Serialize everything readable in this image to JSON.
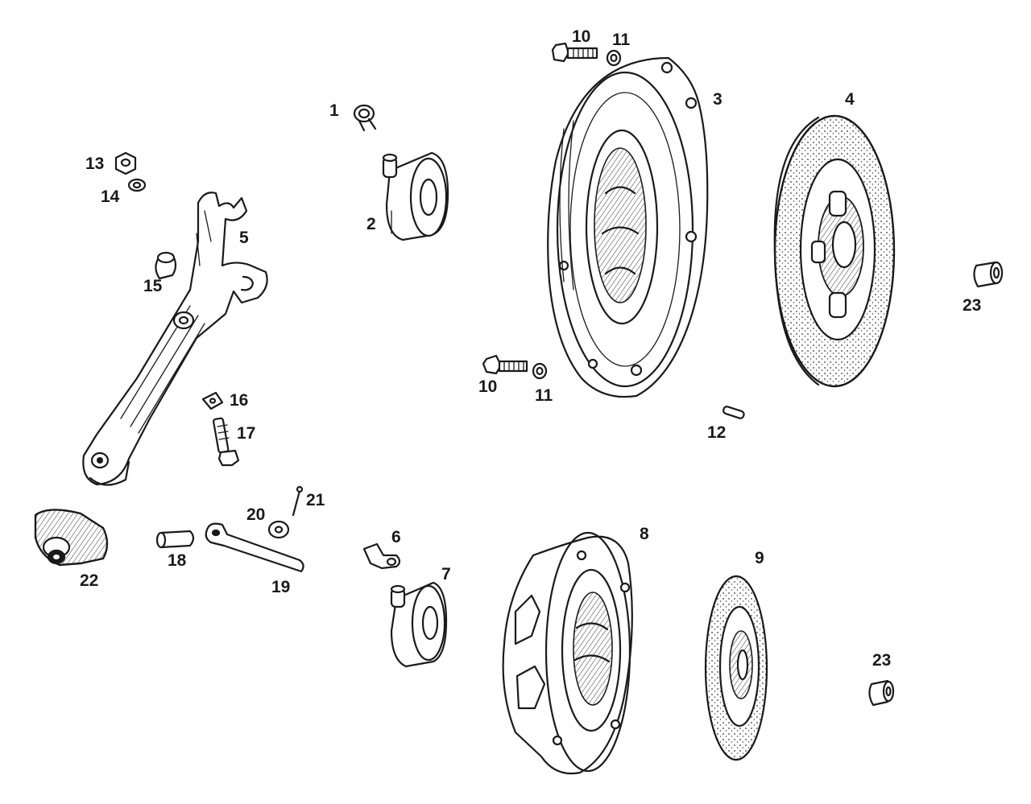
{
  "callouts": [
    {
      "id": "p1",
      "text": "1"
    },
    {
      "id": "p2",
      "text": "2"
    },
    {
      "id": "p3",
      "text": "3"
    },
    {
      "id": "p4",
      "text": "4"
    },
    {
      "id": "p5",
      "text": "5"
    },
    {
      "id": "p6",
      "text": "6"
    },
    {
      "id": "p7",
      "text": "7"
    },
    {
      "id": "p8",
      "text": "8"
    },
    {
      "id": "p9",
      "text": "9"
    },
    {
      "id": "p10a",
      "text": "10"
    },
    {
      "id": "p10b",
      "text": "10"
    },
    {
      "id": "p11a",
      "text": "11"
    },
    {
      "id": "p11b",
      "text": "11"
    },
    {
      "id": "p12",
      "text": "12"
    },
    {
      "id": "p13",
      "text": "13"
    },
    {
      "id": "p14",
      "text": "14"
    },
    {
      "id": "p15",
      "text": "15"
    },
    {
      "id": "p16",
      "text": "16"
    },
    {
      "id": "p17",
      "text": "17"
    },
    {
      "id": "p18",
      "text": "18"
    },
    {
      "id": "p19",
      "text": "19"
    },
    {
      "id": "p20",
      "text": "20"
    },
    {
      "id": "p21",
      "text": "21"
    },
    {
      "id": "p22",
      "text": "22"
    },
    {
      "id": "p23a",
      "text": "23"
    },
    {
      "id": "p23b",
      "text": "23"
    }
  ]
}
